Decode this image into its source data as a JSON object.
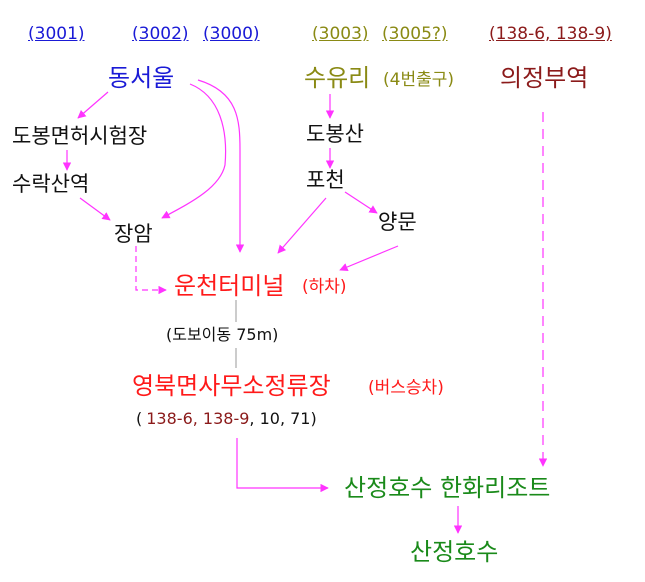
{
  "routes": {
    "r3001": "(3001)",
    "r3002": "(3002)",
    "r3000": "(3000)",
    "r3003": "(3003)",
    "r3005": "(3005?)",
    "r138": "(138-6, 138-9)"
  },
  "nodes": {
    "dongseoul": "동서울",
    "dobong_test": "도봉면허시험장",
    "surak": "수락산역",
    "jangam": "장암",
    "suyuri": "수유리",
    "suyuri_note": "(4번출구)",
    "dobongsan": "도봉산",
    "pocheon": "포천",
    "yangmun": "양문",
    "uijeongbu": "의정부역",
    "terminal": "운천터미널",
    "terminal_note": "(하차)",
    "walk": "(도보이동 75m)",
    "office": "영북면사무소정류장",
    "office_note": "(버스승차)",
    "office_open": "(",
    "office_routes": "138-6, 138-9",
    "office_rest": ", 10, 71)",
    "resort": "산정호수 한화리조트",
    "lake": "산정호수"
  },
  "colors": {
    "arrow": "#ff33ff",
    "blue": "#1a1ad6",
    "olive": "#8a8a14",
    "maroon": "#8b1a1a",
    "red": "#ff1a1a",
    "green": "#1a8a1a"
  }
}
